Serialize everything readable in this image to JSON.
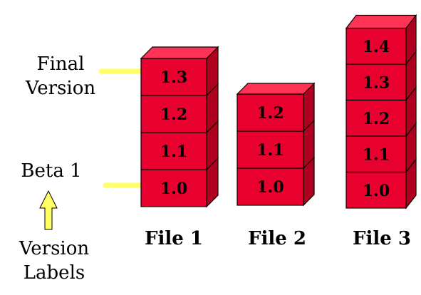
{
  "labels": {
    "final_version_line1": "Final",
    "final_version_line2": "Version",
    "beta": "Beta 1",
    "version_labels_line1": "Version",
    "version_labels_line2": "Labels"
  },
  "files": [
    {
      "name": "File 1",
      "versions": [
        "1.0",
        "1.1",
        "1.2",
        "1.3"
      ]
    },
    {
      "name": "File 2",
      "versions": [
        "1.0",
        "1.1",
        "1.2"
      ]
    },
    {
      "name": "File 3",
      "versions": [
        "1.0",
        "1.1",
        "1.2",
        "1.3",
        "1.4"
      ]
    }
  ],
  "colors": {
    "box_front": "#e8002e",
    "box_top": "#ff3355",
    "box_side": "#b00020",
    "box_outline": "#000000",
    "connector": "#ffff66",
    "arrow_fill": "#ffff66"
  }
}
